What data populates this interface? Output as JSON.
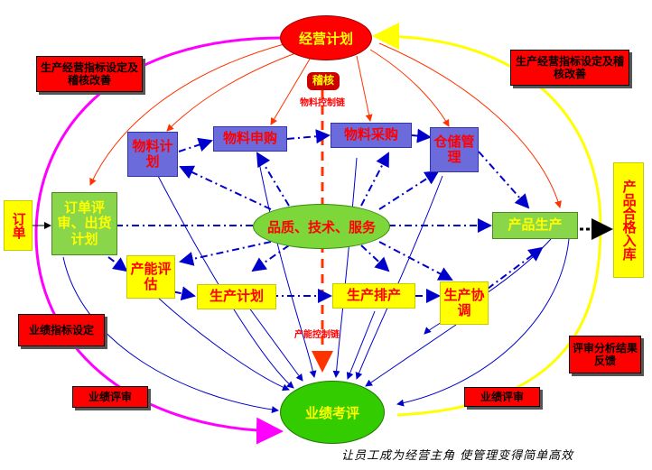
{
  "nodes": {
    "business_plan": "经营计划",
    "audit": "稽核",
    "material_control_chain": "物料控制链",
    "material_plan": "物料计划",
    "material_request": "物料申购",
    "material_purchase": "物料采购",
    "warehouse": "仓储管理",
    "order": "订单",
    "order_review": "订单评审、出货计划",
    "quality_center": "品质、技术、服务",
    "product_production": "产品生产",
    "product_qualified": "产品合格入库",
    "capacity_eval": "产能评估",
    "production_plan": "生产计划",
    "production_schedule": "生产排产",
    "production_coord": "生产协调",
    "capacity_control_chain": "产能控制链",
    "performance_eval": "业绩考评"
  },
  "callouts": {
    "left_top": "生产经营指标设定及稽核改善",
    "right_top": "生产经营指标设定及稽核改善",
    "left_mid": "业绩指标设定",
    "left_bottom": "业绩评审",
    "right_mid": "评审分析结果反馈",
    "right_bottom": "业绩评审"
  },
  "footer": "让员工成为经营主角 使管理变得简单高效",
  "colors": {
    "red": "#ff0000",
    "green": "#8ad64a",
    "blue_box": "#6b6bdc",
    "yellow": "#ffff00",
    "magenta": "#ff00ff",
    "arrow_blue": "#0000cc",
    "dashed_orange": "#ff3300"
  }
}
